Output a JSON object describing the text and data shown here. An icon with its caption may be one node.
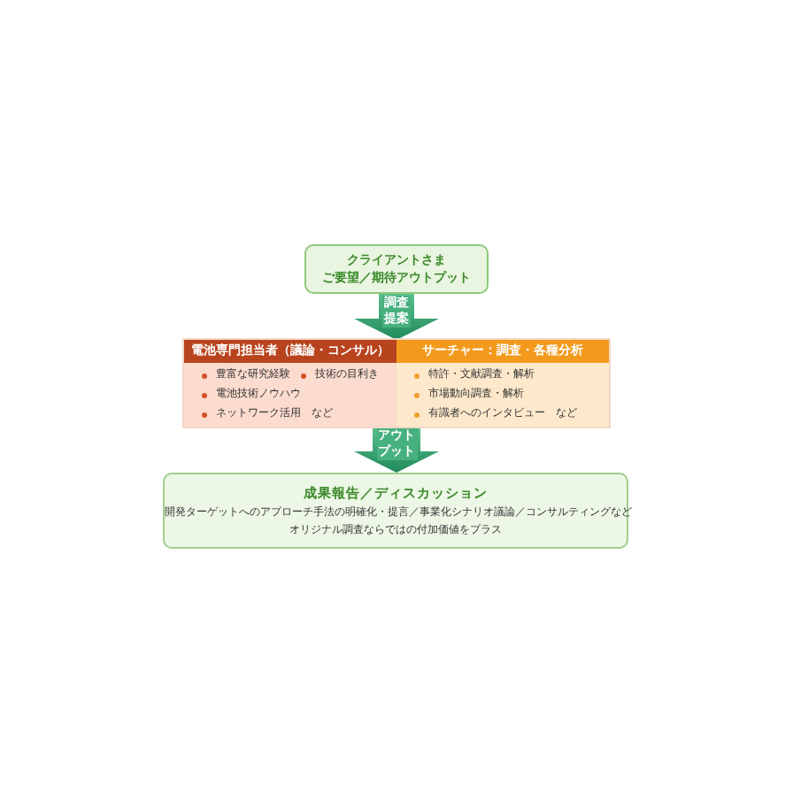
{
  "diagram": {
    "nodes": [
      {
        "text": [
          "クライアントさま",
          "ご要望／期待アウトプット"
        ]
      },
      {
        "text": [],
        "shape": "box"
      },
      {
        "text": [
          "電池専門担当者（議論・コンサル）",
          "豊富な研究経験",
          "技術の目利き",
          "電池技術ノウハウ",
          "ネットワーク活用　など"
        ],
        "in": 1
      },
      {
        "text": [
          "サーチャー：調査・各種分析",
          "特許・文献調査・解析",
          "市場動向調査・解析",
          "有識者へのインタビュー　など"
        ],
        "in": 1
      },
      {
        "text": [
          "成果報告／ディスカッション",
          "開発ターゲットへのアプローチ手法の明確化・提言／事業化シナリオ議論／コンサルティングなど",
          "オリジナル調査ならではの付加価値をプラス"
        ]
      }
    ],
    "edges": [
      {
        "from": 0,
        "to": 1,
        "arrow": "to",
        "label": "調査提案"
      },
      {
        "from": 1,
        "to": 4,
        "arrow": "to",
        "label": "アウトプット"
      }
    ]
  }
}
